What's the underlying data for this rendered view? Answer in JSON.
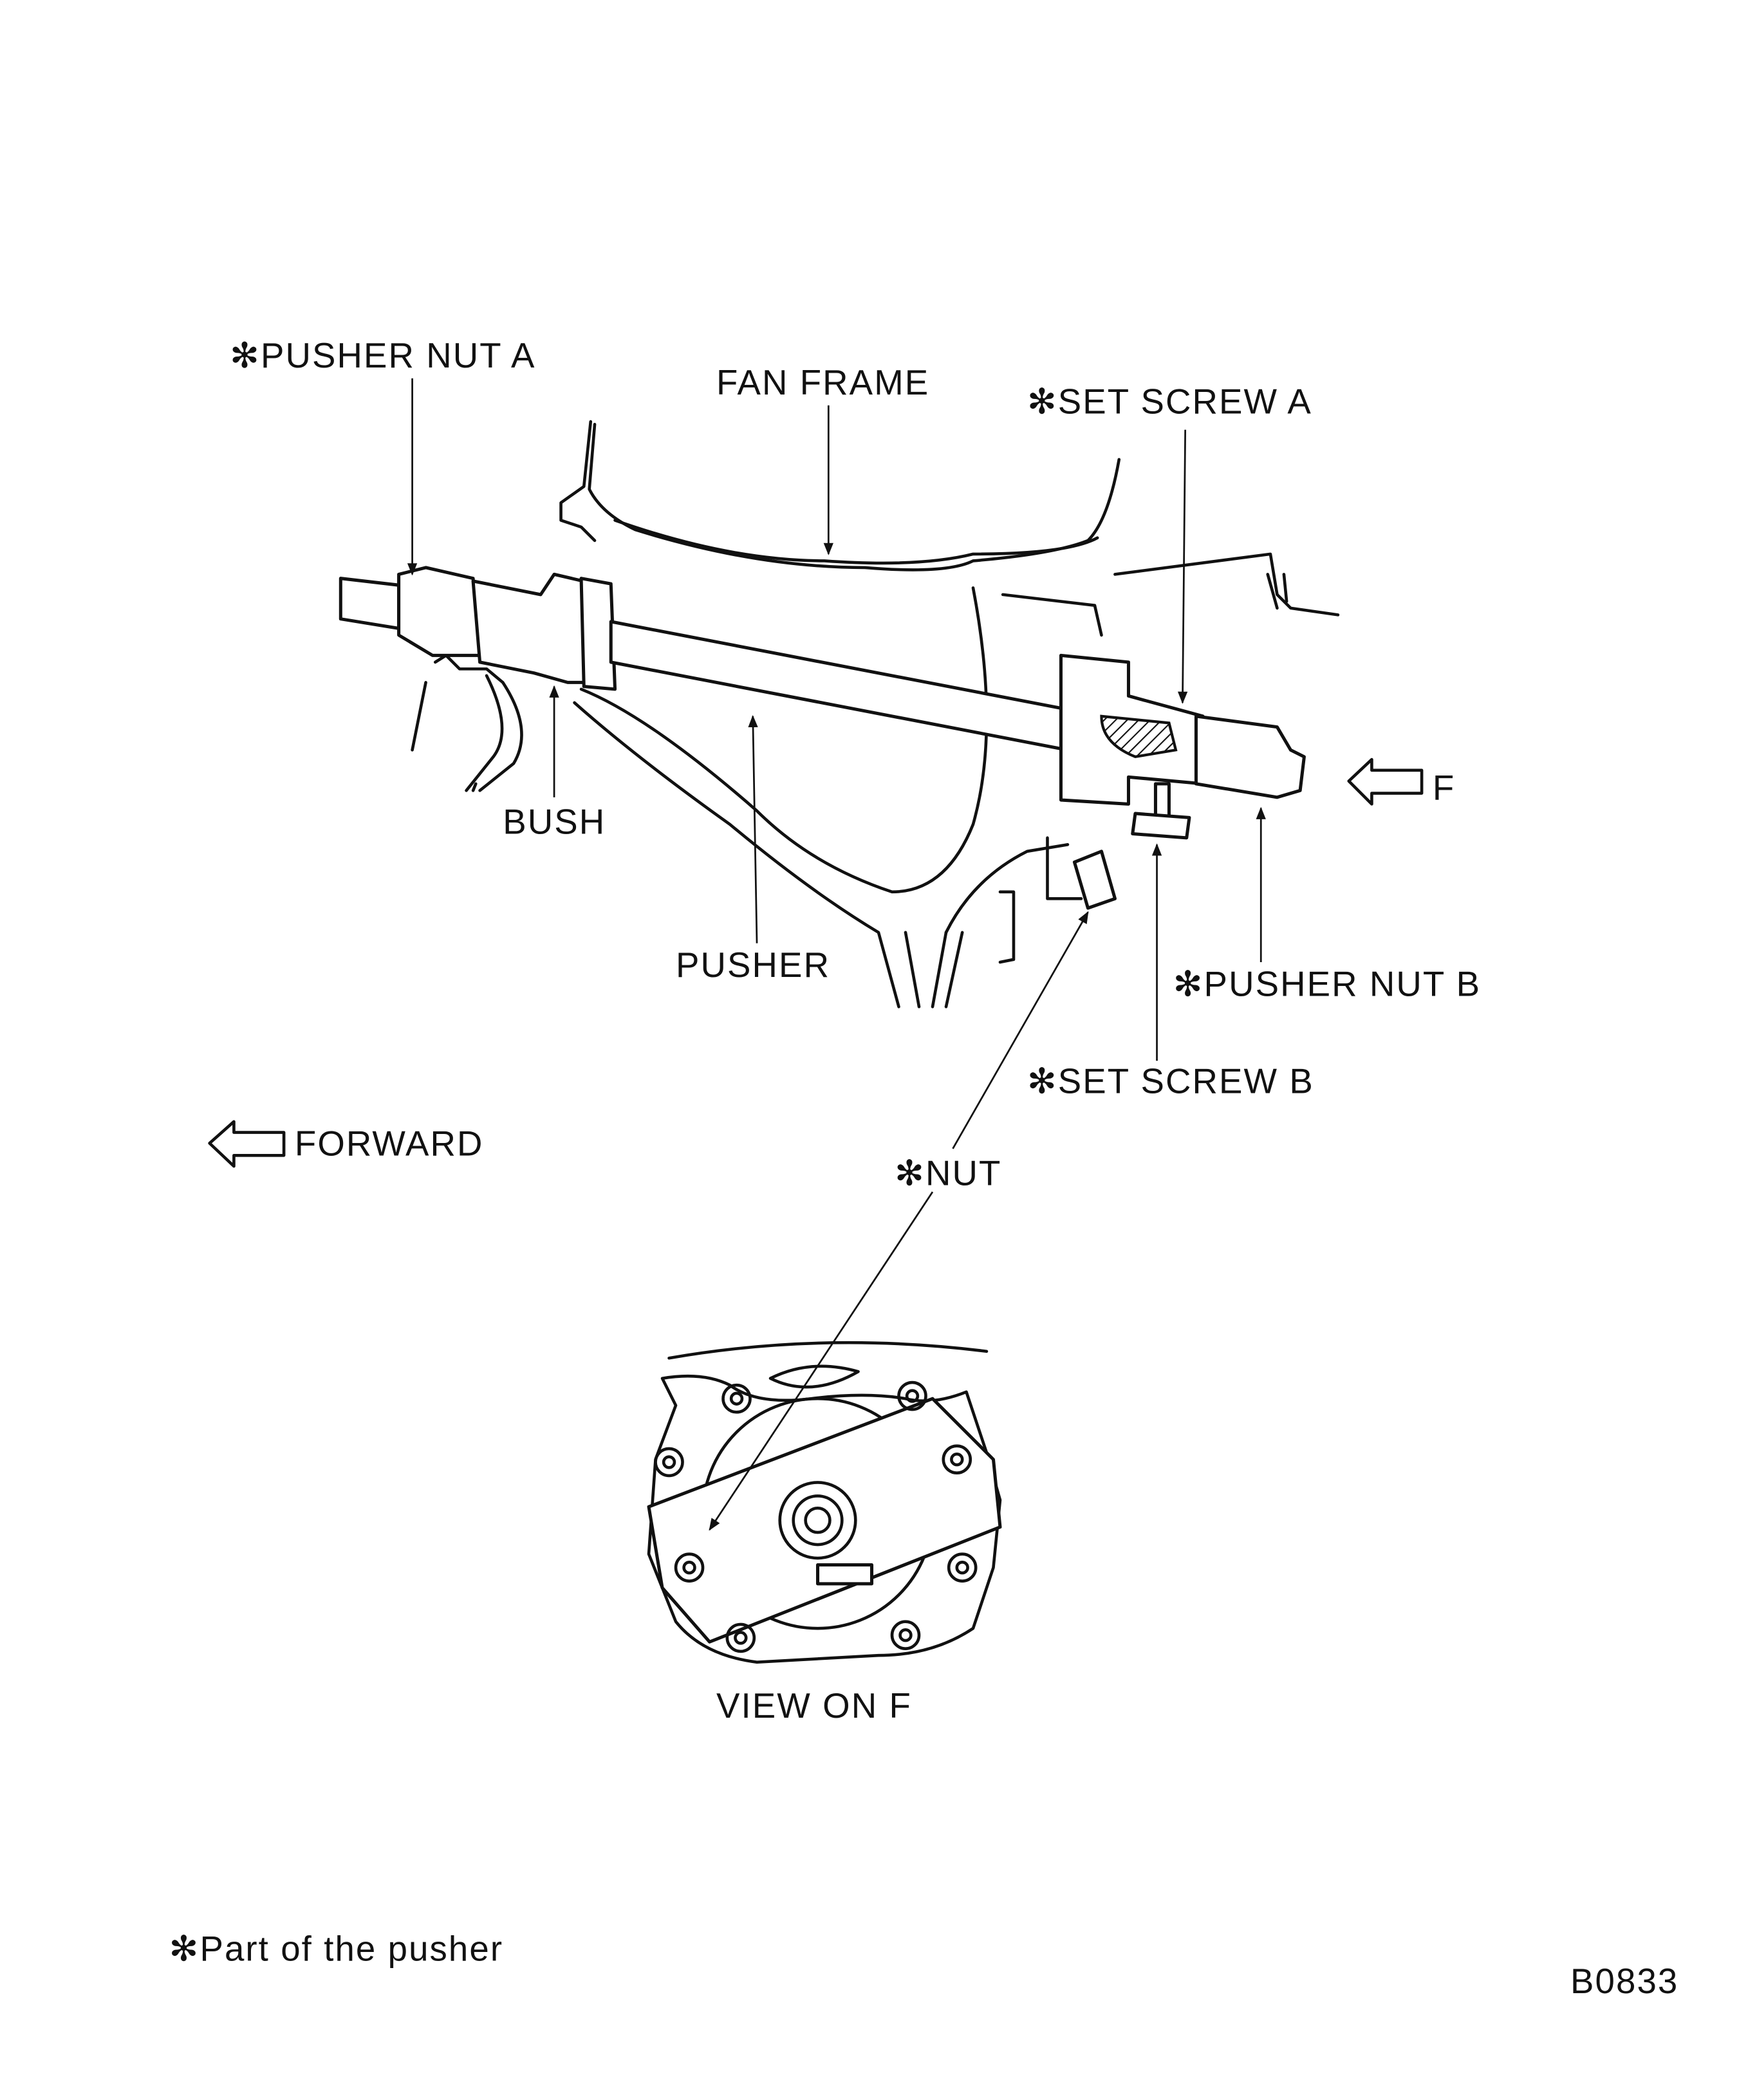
{
  "labels": {
    "pusher_nut_a": "✻PUSHER NUT A",
    "fan_frame": "FAN FRAME",
    "set_screw_a": "✻SET SCREW A",
    "bush": "BUSH",
    "f_arrow": "F",
    "pusher": "PUSHER",
    "pusher_nut_b": "✻PUSHER NUT B",
    "set_screw_b": "✻SET SCREW B",
    "forward": "FORWARD",
    "nut": "✻NUT",
    "view_on_f": "VIEW ON F"
  },
  "footnote": "✻Part of the pusher",
  "figure_id": "B0833"
}
